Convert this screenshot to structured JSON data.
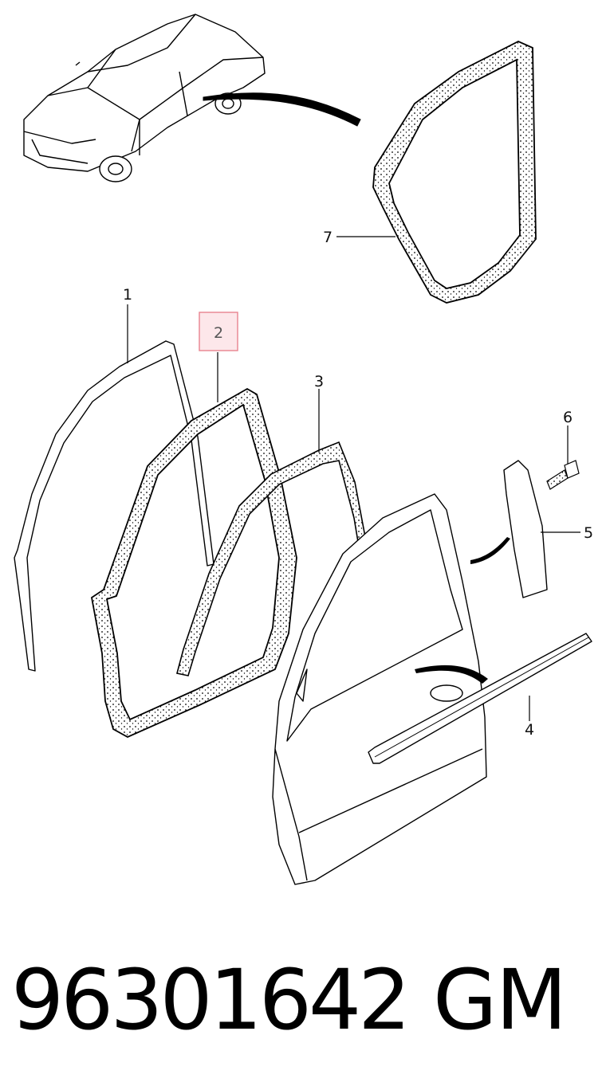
{
  "callouts": [
    {
      "id": "1",
      "label": "1"
    },
    {
      "id": "2",
      "label": "2",
      "highlighted": true
    },
    {
      "id": "3",
      "label": "3"
    },
    {
      "id": "4",
      "label": "4"
    },
    {
      "id": "5",
      "label": "5"
    },
    {
      "id": "6",
      "label": "6"
    },
    {
      "id": "7",
      "label": "7"
    }
  ],
  "highlight_color": "#e8838f",
  "footer": {
    "part_number": "96301642",
    "brand": "GM"
  }
}
